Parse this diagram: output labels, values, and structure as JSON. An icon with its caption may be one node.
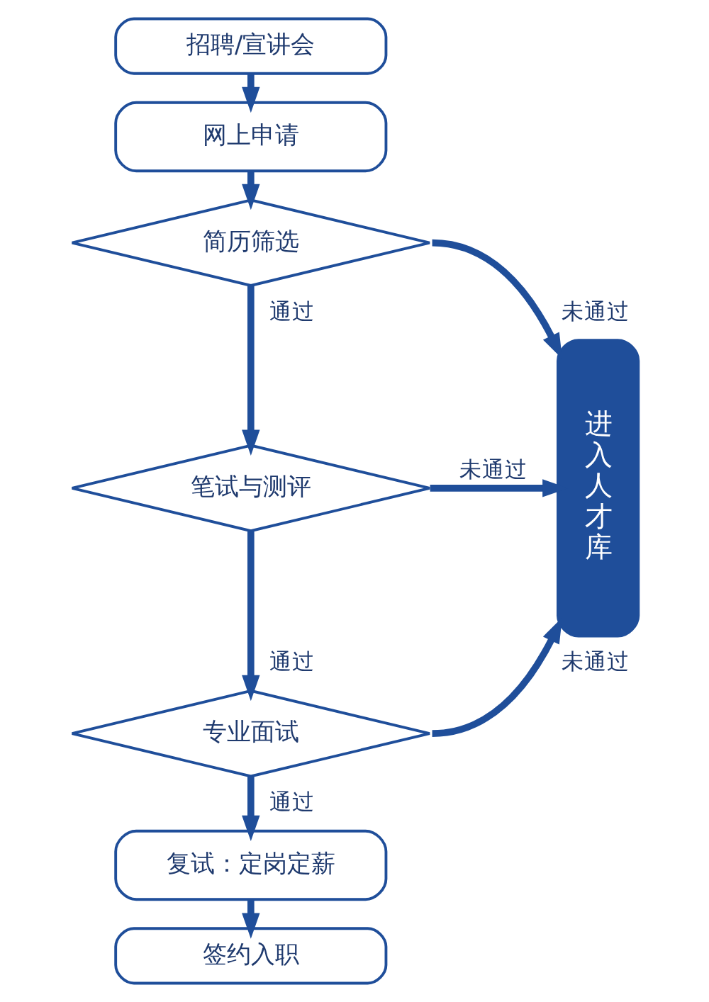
{
  "diagram": {
    "nodes": [
      {
        "text": [
          "招聘/宣讲会"
        ]
      },
      {
        "text": [
          "网上申请"
        ]
      },
      {
        "text": [
          "简历筛选"
        ]
      },
      {
        "text": [
          "笔试与测评"
        ]
      },
      {
        "text": [
          "专业面试"
        ]
      },
      {
        "text": [
          "复试：定岗定薪"
        ]
      },
      {
        "text": [
          "签约入职"
        ]
      },
      {
        "text": [
          "进入人才库"
        ]
      }
    ],
    "edges": [
      {
        "from": 0,
        "to": 1,
        "arrow": "to"
      },
      {
        "from": 1,
        "to": 2,
        "arrow": "to"
      },
      {
        "from": 2,
        "to": 3,
        "arrow": "to",
        "label": "通过"
      },
      {
        "from": 3,
        "to": 4,
        "arrow": "to",
        "label": "通过"
      },
      {
        "from": 4,
        "to": 5,
        "arrow": "to",
        "label": "通过"
      },
      {
        "from": 5,
        "to": 6,
        "arrow": "to"
      },
      {
        "from": 2,
        "to": 7,
        "arrow": "to",
        "label": "未通过"
      },
      {
        "from": 3,
        "to": 7,
        "arrow": "to",
        "label": "未通过"
      },
      {
        "from": 4,
        "to": 7,
        "arrow": "to",
        "label": "未通过"
      }
    ]
  }
}
